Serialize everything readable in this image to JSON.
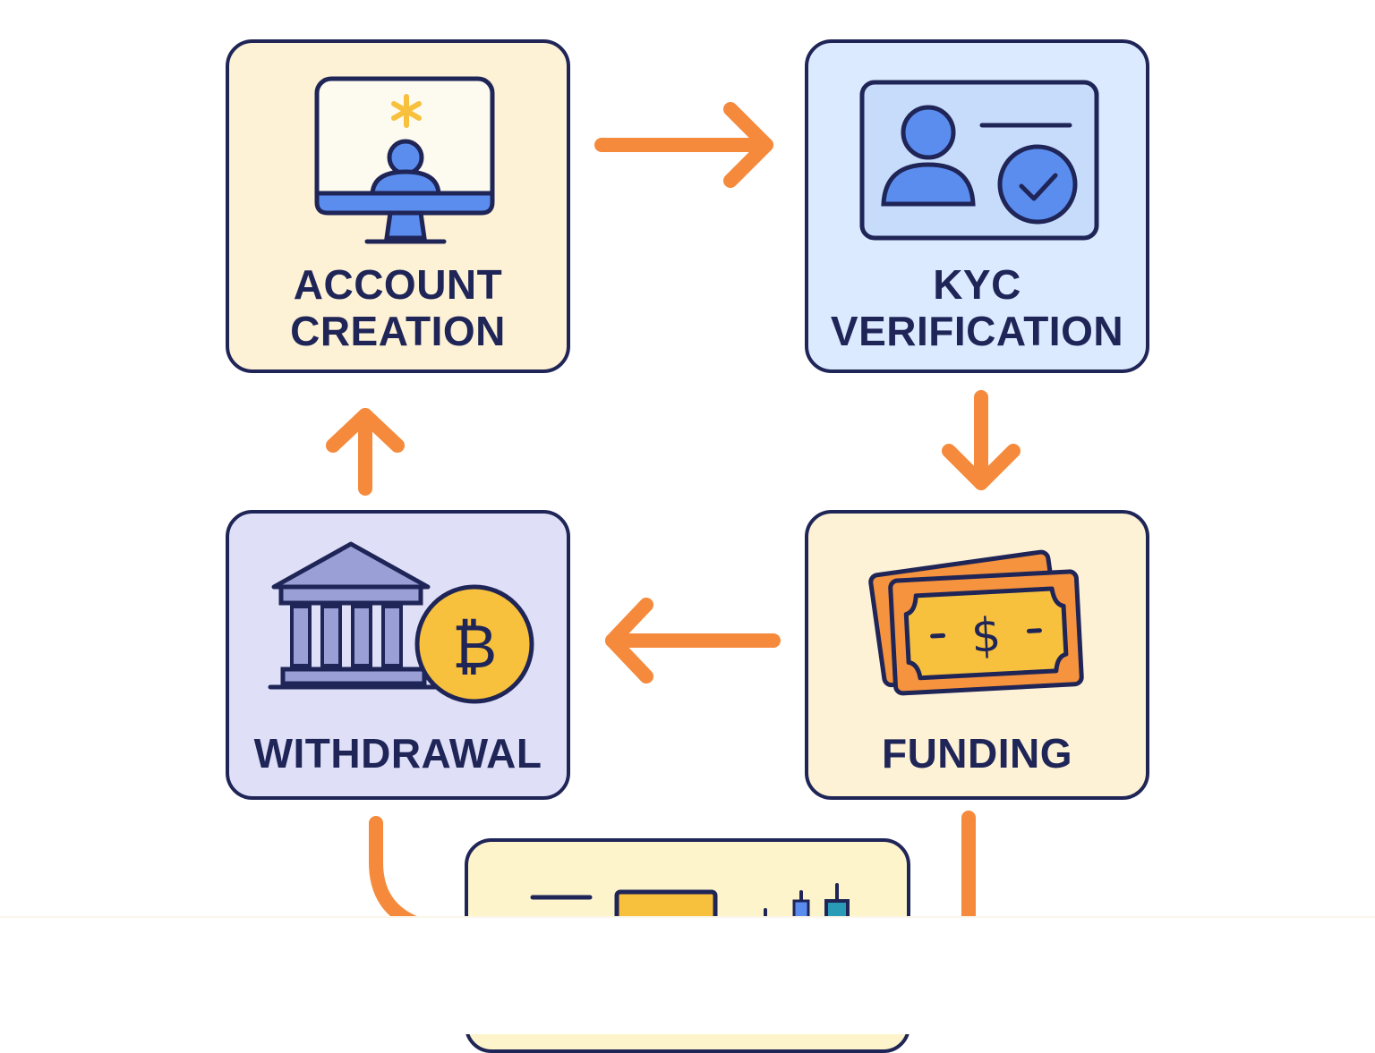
{
  "colors": {
    "outline": "#1f2557",
    "arrow": "#f58a3c",
    "account_bg": "#fdf1d6",
    "kyc_bg": "#dbeafe",
    "funding_bg": "#fdf1d6",
    "withdrawal_bg": "#dfe0f8",
    "trading_bg": "#fdf4cc",
    "icon_blue": "#5b8def",
    "icon_gold": "#f7c13e",
    "icon_orange": "#f5933e",
    "icon_purple": "#9aa0d6"
  },
  "steps": [
    {
      "id": "account",
      "label_line1": "ACCOUNT",
      "label_line2": "CREATION",
      "icon": "computer-user-icon"
    },
    {
      "id": "kyc",
      "label_line1": "KYC",
      "label_line2": "VERIFICATION",
      "icon": "id-card-check-icon"
    },
    {
      "id": "funding",
      "label_line1": "FUNDING",
      "icon": "banknotes-icon"
    },
    {
      "id": "withdrawal",
      "label_line1": "WITHDRAWAL",
      "icon": "bank-bitcoin-icon"
    },
    {
      "id": "trading",
      "icon": "trading-chart-icon"
    }
  ],
  "flow": [
    {
      "from": "account",
      "to": "kyc",
      "direction": "right"
    },
    {
      "from": "kyc",
      "to": "funding",
      "direction": "down"
    },
    {
      "from": "funding",
      "to": "withdrawal",
      "direction": "left"
    },
    {
      "from": "withdrawal",
      "to": "account",
      "direction": "up"
    }
  ]
}
